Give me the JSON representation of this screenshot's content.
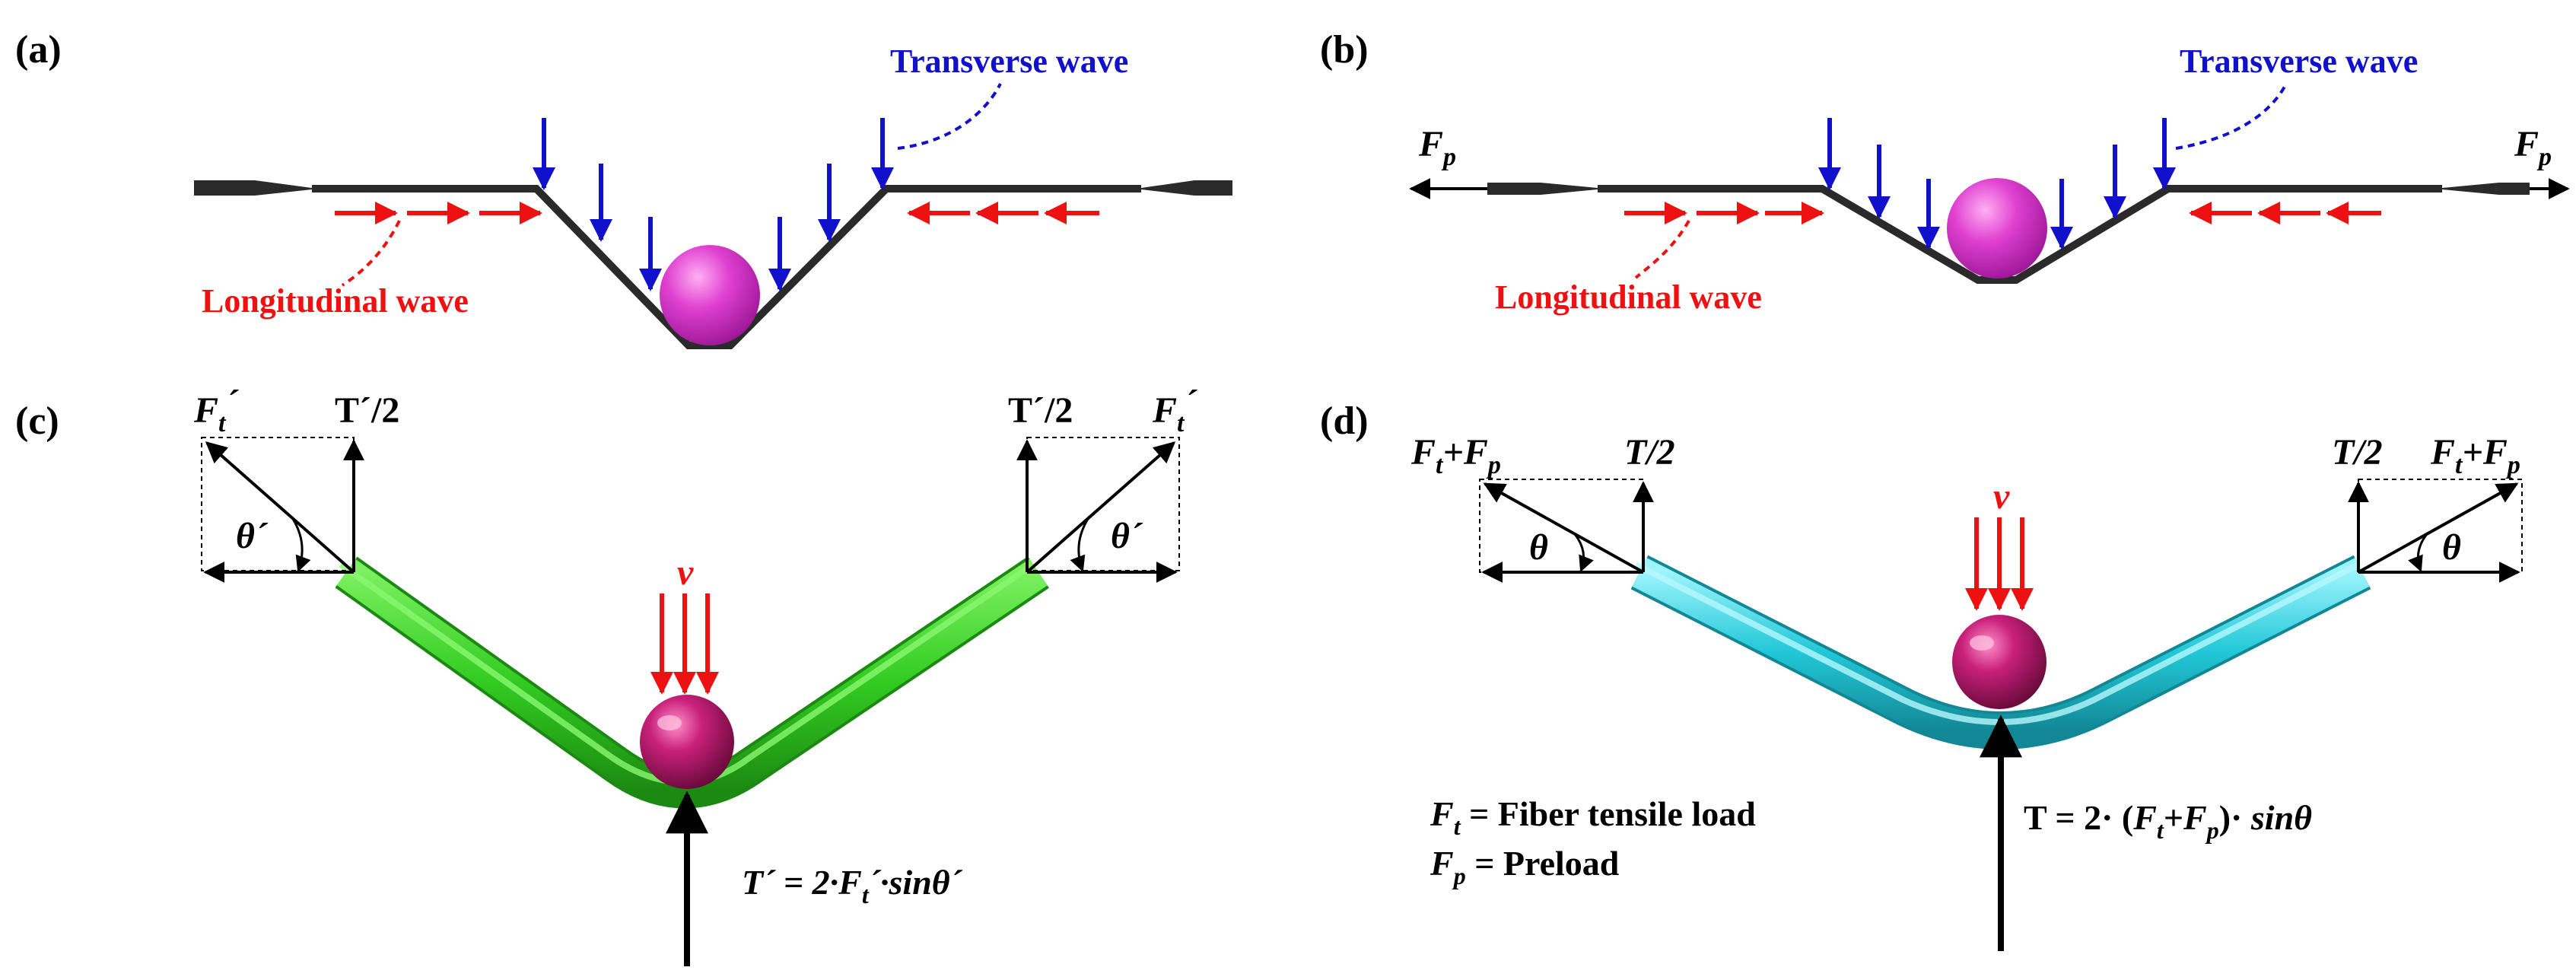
{
  "panels": {
    "a": {
      "label": "(a)",
      "transverse": "Transverse wave",
      "longitudinal": "Longitudinal wave"
    },
    "b": {
      "label": "(b)",
      "transverse": "Transverse wave",
      "longitudinal": "Longitudinal wave",
      "preload_left": "F",
      "preload_left_sub": "p",
      "preload_right": "F",
      "preload_right_sub": "p"
    },
    "c": {
      "label": "(c)",
      "force_left": "F",
      "force_left_sub": "t",
      "force_left_prime": "´",
      "t_half_left": "T´/2",
      "t_half_right": "T´/2",
      "force_right": "F",
      "force_right_sub": "t",
      "force_right_prime": "´",
      "theta_left": "θ´",
      "theta_right": "θ´",
      "velocity": "v",
      "equation": "T´ = 2·F",
      "equation_sub": "t",
      "equation_tail": "´·sinθ´"
    },
    "d": {
      "label": "(d)",
      "force_left": "F",
      "force_left_sub1": "t",
      "force_left_plus": "+F",
      "force_left_sub2": "p",
      "t_half_left": "T/2",
      "t_half_right": "T/2",
      "force_right": "F",
      "force_right_sub1": "t",
      "force_right_plus": "+F",
      "force_right_sub2": "p",
      "theta_left": "θ",
      "theta_right": "θ",
      "velocity": "v",
      "legend_ft_sym": "F",
      "legend_ft_sub": "t",
      "legend_ft_text": " = Fiber tensile load",
      "legend_fp_sym": "F",
      "legend_fp_sub": "p",
      "legend_fp_text": " = Preload",
      "equation_head": "T = 2· (",
      "equation_f1": "F",
      "equation_s1": "t",
      "equation_plus": "+",
      "equation_f2": "F",
      "equation_s2": "p",
      "equation_tail": ")· ",
      "equation_sin": "sinθ"
    }
  },
  "colors": {
    "transverse_arrow": "#1111cc",
    "longitudinal_arrow": "#ee1111",
    "velocity_arrow": "#ee1111",
    "fiber_c": "#33cc22",
    "fiber_d": "#22c8d8",
    "projectile_ab": "#e040d0",
    "projectile_cd": "#c8207a"
  },
  "icons": {
    "projectile": "sphere-icon",
    "force_vector": "arrow-icon"
  }
}
